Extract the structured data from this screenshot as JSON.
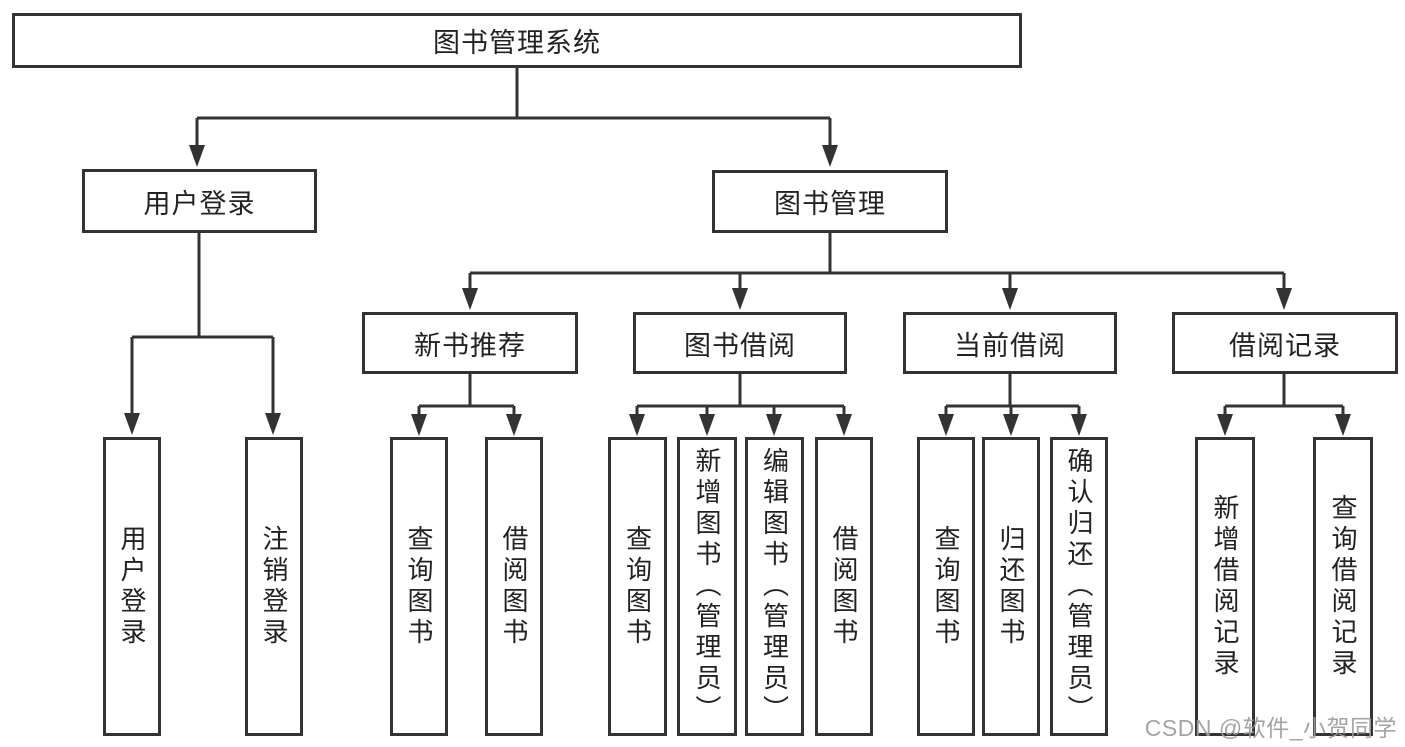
{
  "tree": {
    "root": {
      "label": "图书管理系统"
    },
    "branches": [
      {
        "label": "用户登录",
        "children": [
          {
            "label": "用户登录"
          },
          {
            "label": "注销登录"
          }
        ]
      },
      {
        "label": "图书管理",
        "children": [
          {
            "label": "新书推荐",
            "children": [
              {
                "label": "查询图书"
              },
              {
                "label": "借阅图书"
              }
            ]
          },
          {
            "label": "图书借阅",
            "children": [
              {
                "label": "查询图书"
              },
              {
                "label": "新增图书（管理员）"
              },
              {
                "label": "编辑图书（管理员）"
              },
              {
                "label": "借阅图书"
              }
            ]
          },
          {
            "label": "当前借阅",
            "children": [
              {
                "label": "查询图书"
              },
              {
                "label": "归还图书"
              },
              {
                "label": "确认归还（管理员）"
              }
            ]
          },
          {
            "label": "借阅记录",
            "children": [
              {
                "label": "新增借阅记录"
              },
              {
                "label": "查询借阅记录"
              }
            ]
          }
        ]
      }
    ]
  },
  "watermark": {
    "text": "CSDN @软件_小贺同学"
  },
  "colors": {
    "line": "#333333",
    "text": "#222222",
    "box_background": "#ffffff",
    "watermark": "#9d9d9d",
    "background": "#ffffff"
  }
}
